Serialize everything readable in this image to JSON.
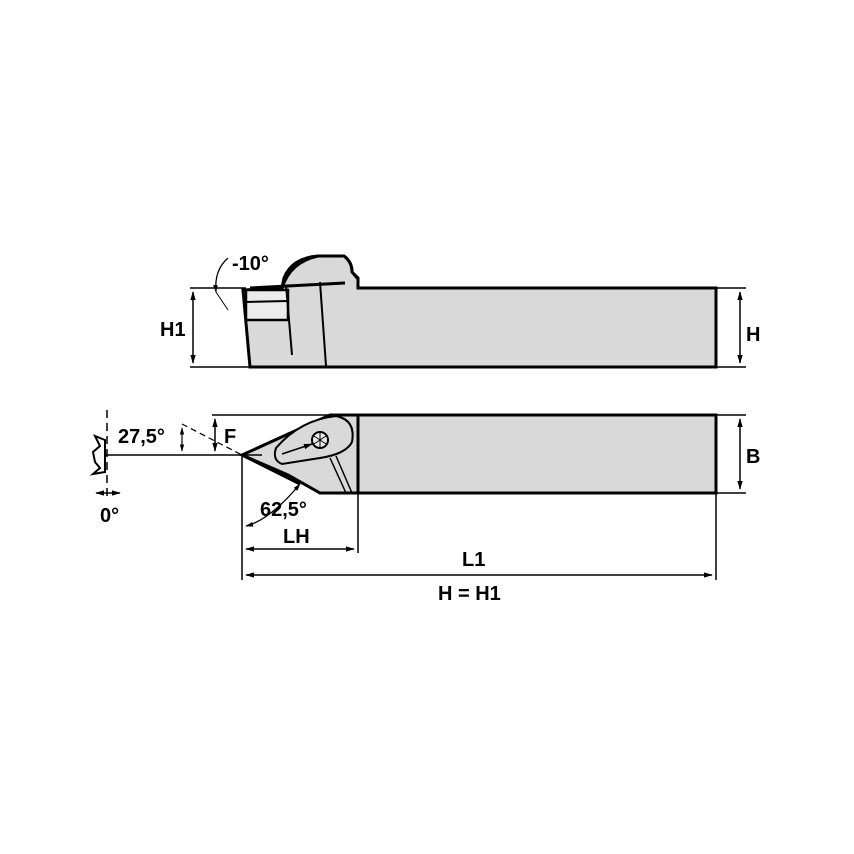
{
  "diagram": {
    "type": "technical-drawing",
    "subject": "turning-tool-holder",
    "colors": {
      "body_fill": "#d9d9d9",
      "line": "#000000",
      "background": "#ffffff"
    },
    "side_view": {
      "rake_angle": "-10°",
      "height_label": "H1",
      "shank_height_label": "H"
    },
    "top_view": {
      "lead_angle": "27,5°",
      "offset_label": "F",
      "approach_angle": "62,5°",
      "head_length_label": "LH",
      "width_label": "B",
      "inclination_angle": "0°"
    },
    "dimensions": {
      "overall_length_label": "L1",
      "note": "H = H1"
    }
  }
}
